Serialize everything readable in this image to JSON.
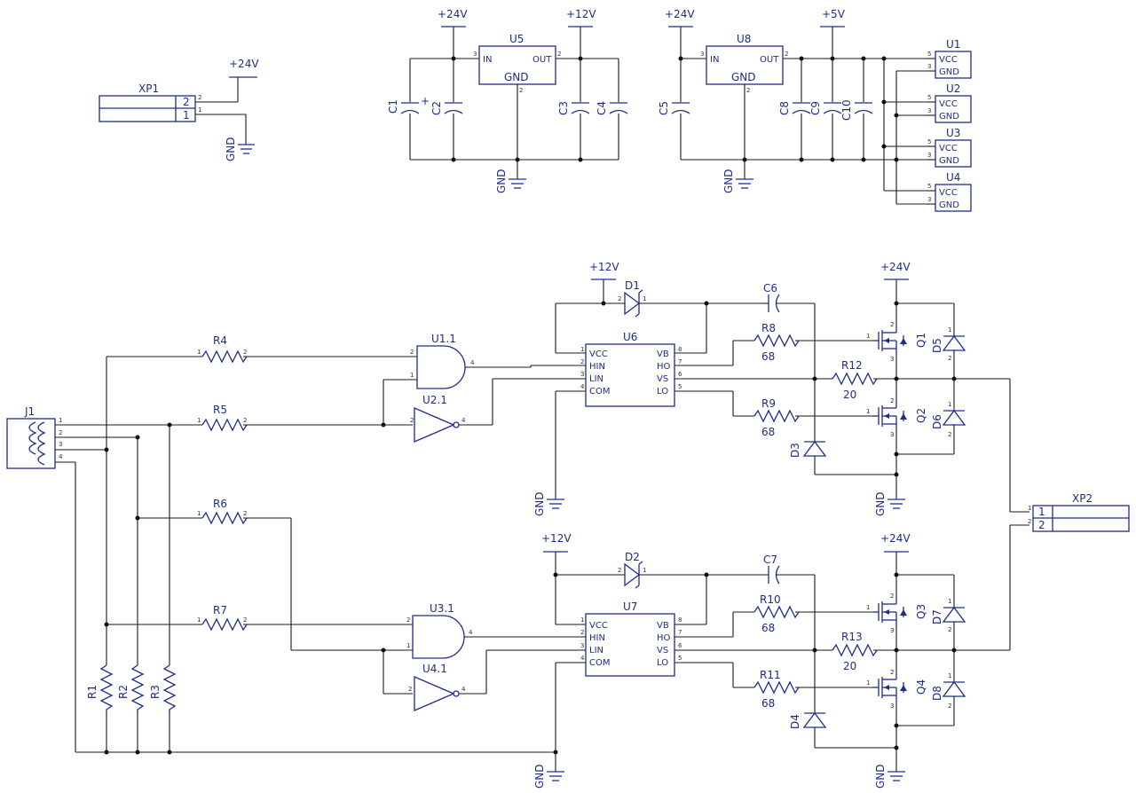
{
  "labels": {
    "p24": "+24V",
    "p12": "+12V",
    "p5": "+5V",
    "gnd": "GND",
    "vcc": "VCC",
    "in": "IN",
    "out": "OUT",
    "hin": "HIN",
    "lin": "LIN",
    "com": "COM",
    "vb": "VB",
    "ho": "HO",
    "vs": "VS",
    "lo": "LO",
    "plus": "+"
  },
  "refs": {
    "XP1": "XP1",
    "XP2": "XP2",
    "J1": "J1",
    "U1": "U1",
    "U2": "U2",
    "U3": "U3",
    "U4": "U4",
    "U5": "U5",
    "U6": "U6",
    "U7": "U7",
    "U8": "U8",
    "U11": "U1.1",
    "U21": "U2.1",
    "U31": "U3.1",
    "U41": "U4.1",
    "C1": "C1",
    "C2": "C2",
    "C3": "C3",
    "C4": "C4",
    "C5": "C5",
    "C6": "C6",
    "C7": "C7",
    "C8": "C8",
    "C9": "C9",
    "C10": "C10",
    "R1": "R1",
    "R2": "R2",
    "R3": "R3",
    "R4": "R4",
    "R5": "R5",
    "R6": "R6",
    "R7": "R7",
    "R8": "R8",
    "R9": "R9",
    "R10": "R10",
    "R11": "R11",
    "R12": "R12",
    "R13": "R13",
    "D1": "D1",
    "D2": "D2",
    "D3": "D3",
    "D4": "D4",
    "D5": "D5",
    "D6": "D6",
    "D7": "D7",
    "D8": "D8",
    "Q1": "Q1",
    "Q2": "Q2",
    "Q3": "Q3",
    "Q4": "Q4"
  },
  "values": {
    "R8": "68",
    "R9": "68",
    "R10": "68",
    "R11": "68",
    "R12": "20",
    "R13": "20"
  },
  "pins": {
    "p1": "1",
    "p2": "2",
    "p3": "3",
    "p4": "4",
    "p5": "5",
    "p6": "6",
    "p7": "7",
    "p8": "8"
  }
}
